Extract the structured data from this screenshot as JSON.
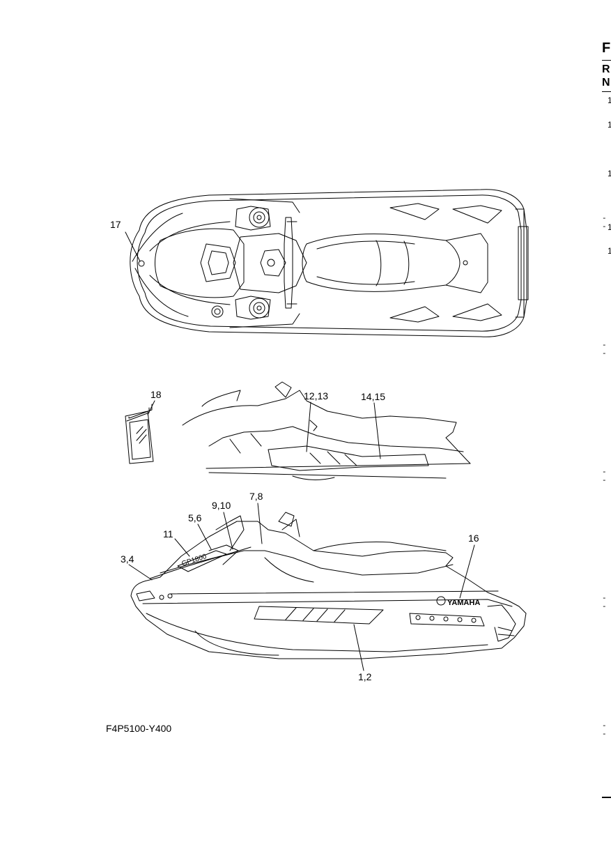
{
  "figure_code": "F4P5100-Y400",
  "callouts": {
    "c17": "17",
    "c18": "18",
    "c12_13": "12,13",
    "c14_15": "14,15",
    "c9_10": "9,10",
    "c7_8": "7,8",
    "c5_6": "5,6",
    "c11": "11",
    "c3_4": "3,4",
    "c16": "16",
    "c1_2": "1,2"
  },
  "edge_text": {
    "f": "F",
    "r": "R",
    "n": "N",
    "m1": "1",
    "m2": "1",
    "m3": "1",
    "m4": "1",
    "m5": "1"
  },
  "decal_brand": "YAMAHA"
}
